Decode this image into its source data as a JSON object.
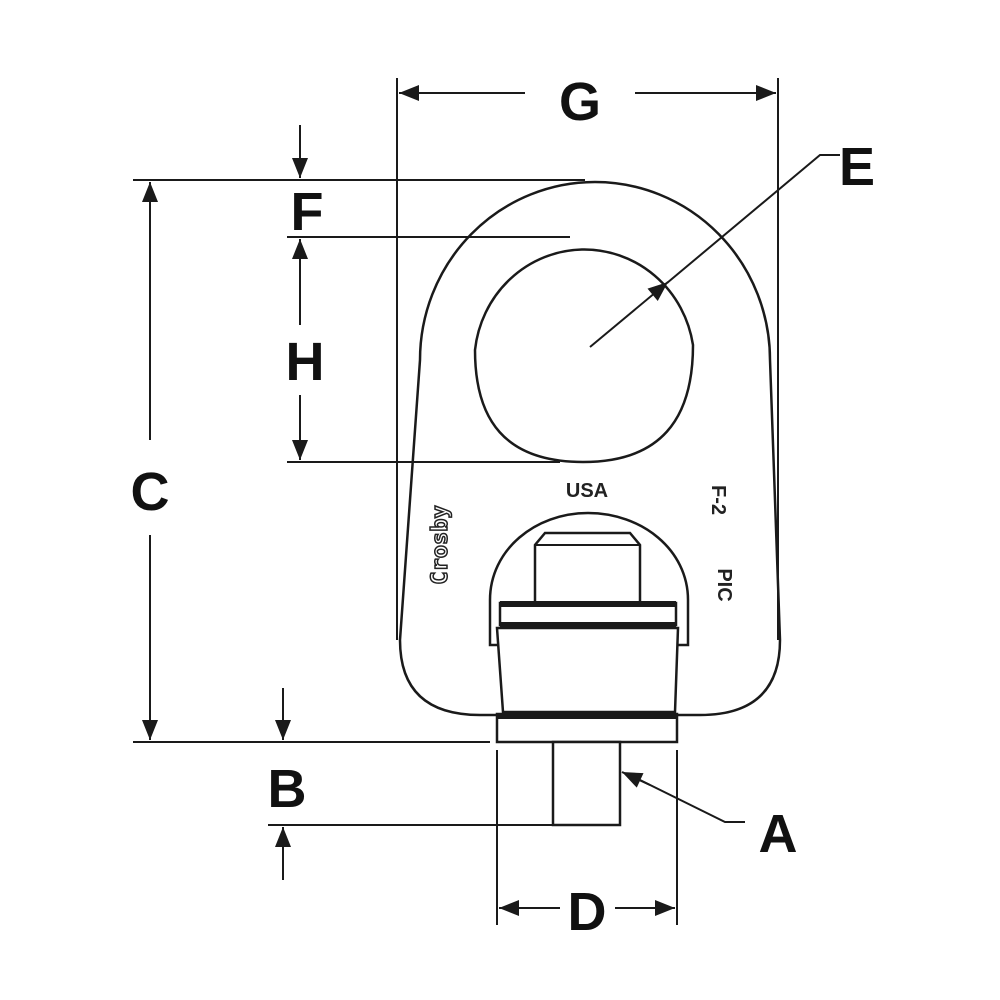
{
  "title": "Swivel hoist ring dimension diagram",
  "dimensions": {
    "A": "A",
    "B": "B",
    "C": "C",
    "D": "D",
    "E": "E",
    "F": "F",
    "G": "G",
    "H": "H"
  },
  "markings": {
    "brand": "Crosby",
    "origin": "USA",
    "code": "F-2",
    "suffix": "PIC"
  },
  "colors": {
    "line": "#1a1a1a",
    "background": "#ffffff"
  }
}
